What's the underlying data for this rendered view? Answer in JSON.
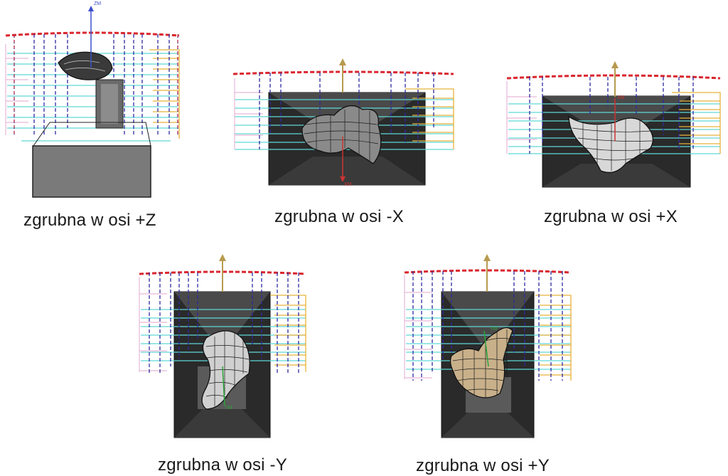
{
  "colors": {
    "toolpath_red": "#d9262e",
    "toolpath_blue": "#2c2aa0",
    "toolpath_cyan": "#5fd6d6",
    "toolpath_yellow": "#e8b23a",
    "toolpath_pink": "#e7b8d8",
    "fixture_dark": "#2a2a2a",
    "fixture_gray": "#7a7a7a",
    "mesh": "#222222",
    "axis_gold": "#b79a4e"
  },
  "panels": [
    {
      "id": "z-plus",
      "caption": "zgrubna w osi +Z",
      "axis_label": "ZM"
    },
    {
      "id": "x-minus",
      "caption": "zgrubna w osi -X",
      "axis_label": "XM"
    },
    {
      "id": "x-plus",
      "caption": "zgrubna w osi +X",
      "axis_label": "XM"
    },
    {
      "id": "y-minus",
      "caption": "zgrubna w osi -Y",
      "axis_label": "YM"
    },
    {
      "id": "y-plus",
      "caption": "zgrubna w osi +Y",
      "axis_label": "YM"
    }
  ]
}
